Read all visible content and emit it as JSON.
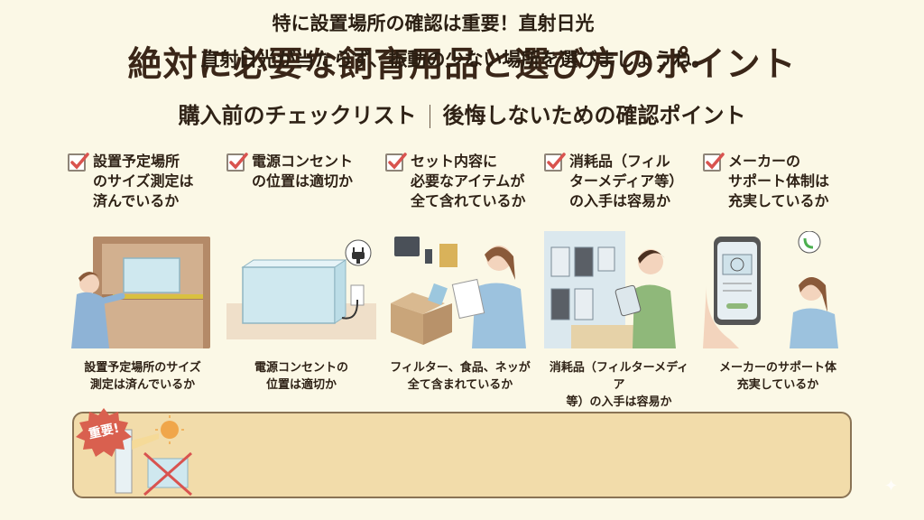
{
  "header": {
    "title": "絶対に必要な飼育用品と選び方のポイント",
    "subtitle_left": "購入前のチェックリスト",
    "subtitle_right": "後悔しないための確認ポイント"
  },
  "checklist": [
    {
      "check_lines": [
        "設置予定場所",
        "のサイズ測定は",
        "済んでいるか"
      ],
      "illustration": "woman-measuring-shelf-with-tape",
      "caption_lines": [
        "設置予定場所のサイズ",
        "測定は済んでいるか"
      ]
    },
    {
      "check_lines": [
        "電源コンセント",
        "の位置は適切か"
      ],
      "illustration": "aquarium-tank-with-power-outlet-plug",
      "caption_lines": [
        "電源コンセントの",
        "位置は適切か"
      ]
    },
    {
      "check_lines": [
        "セット内容に",
        "必要なアイテムが",
        "全て含れているか"
      ],
      "illustration": "woman-checking-list-with-box-of-items",
      "caption_lines": [
        "フィルター、食品、ネッが",
        "全て含まれているか"
      ]
    },
    {
      "check_lines": [
        "消耗品（フィル",
        "ターメディア等）",
        "の入手は容易か"
      ],
      "illustration": "man-with-tablet-at-store-shelf",
      "caption_lines": [
        "消耗品（フィルターメディア",
        "等）の入手は容易か"
      ]
    },
    {
      "check_lines": [
        "メーカーの",
        "サポート体制は",
        "充実しているか"
      ],
      "illustration": "smartphone-website-and-phone-call",
      "caption_lines": [
        "メーカーのサポート体",
        "充実しているか"
      ]
    }
  ],
  "notice": {
    "badge": "重要!",
    "line1": "特に設置場所の確認は重要！直射日光",
    "line2": "直射日光が当たらず、振動の少ない場所を選びましょうね。",
    "illustration": "sunlight-window-tank-crossed-out"
  },
  "colors": {
    "background": "#fbf8e6",
    "check_mark": "#d9534f",
    "notice_bg": "#f2dcaa",
    "notice_border": "#8a7354",
    "badge": "#d9604f"
  }
}
